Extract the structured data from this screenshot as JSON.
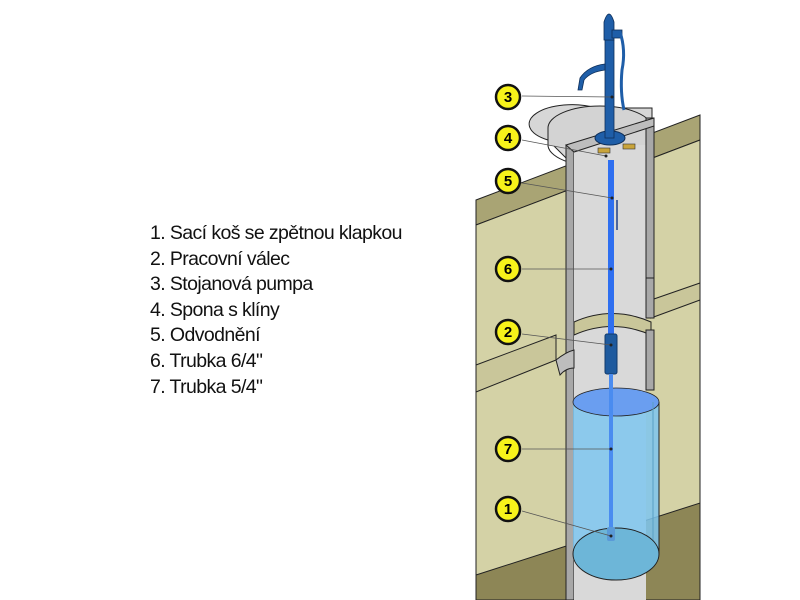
{
  "legend": {
    "items": [
      "1. Sací koš se zpětnou klapkou",
      "2. Pracovní válec",
      "3. Stojanová pumpa",
      "4. Spona s klíny",
      "5. Odvodnění",
      "6. Trubka 6/4\"",
      "7. Trubka 5/4\""
    ]
  },
  "callouts": [
    {
      "number": "3",
      "part": "Stojanová pumpa"
    },
    {
      "number": "4",
      "part": "Spona s klíny"
    },
    {
      "number": "5",
      "part": "Odvodnění"
    },
    {
      "number": "6",
      "part": "Trubka 6/4\""
    },
    {
      "number": "2",
      "part": "Pracovní válec"
    },
    {
      "number": "7",
      "part": "Trubka 5/4\""
    },
    {
      "number": "1",
      "part": "Sací koš se zpětnou klapkou"
    }
  ],
  "colors": {
    "soil": "#d4d2a6",
    "soil_dark": "#a9a474",
    "soil_bottom": "#8d8656",
    "well_wall": "#cfcfcf",
    "well_inner": "#d9d9d9",
    "pump": "#1f5ea8",
    "pipe": "#2f6ff0",
    "water": "#7ec6ef",
    "callout_fill": "#f7f21a"
  }
}
